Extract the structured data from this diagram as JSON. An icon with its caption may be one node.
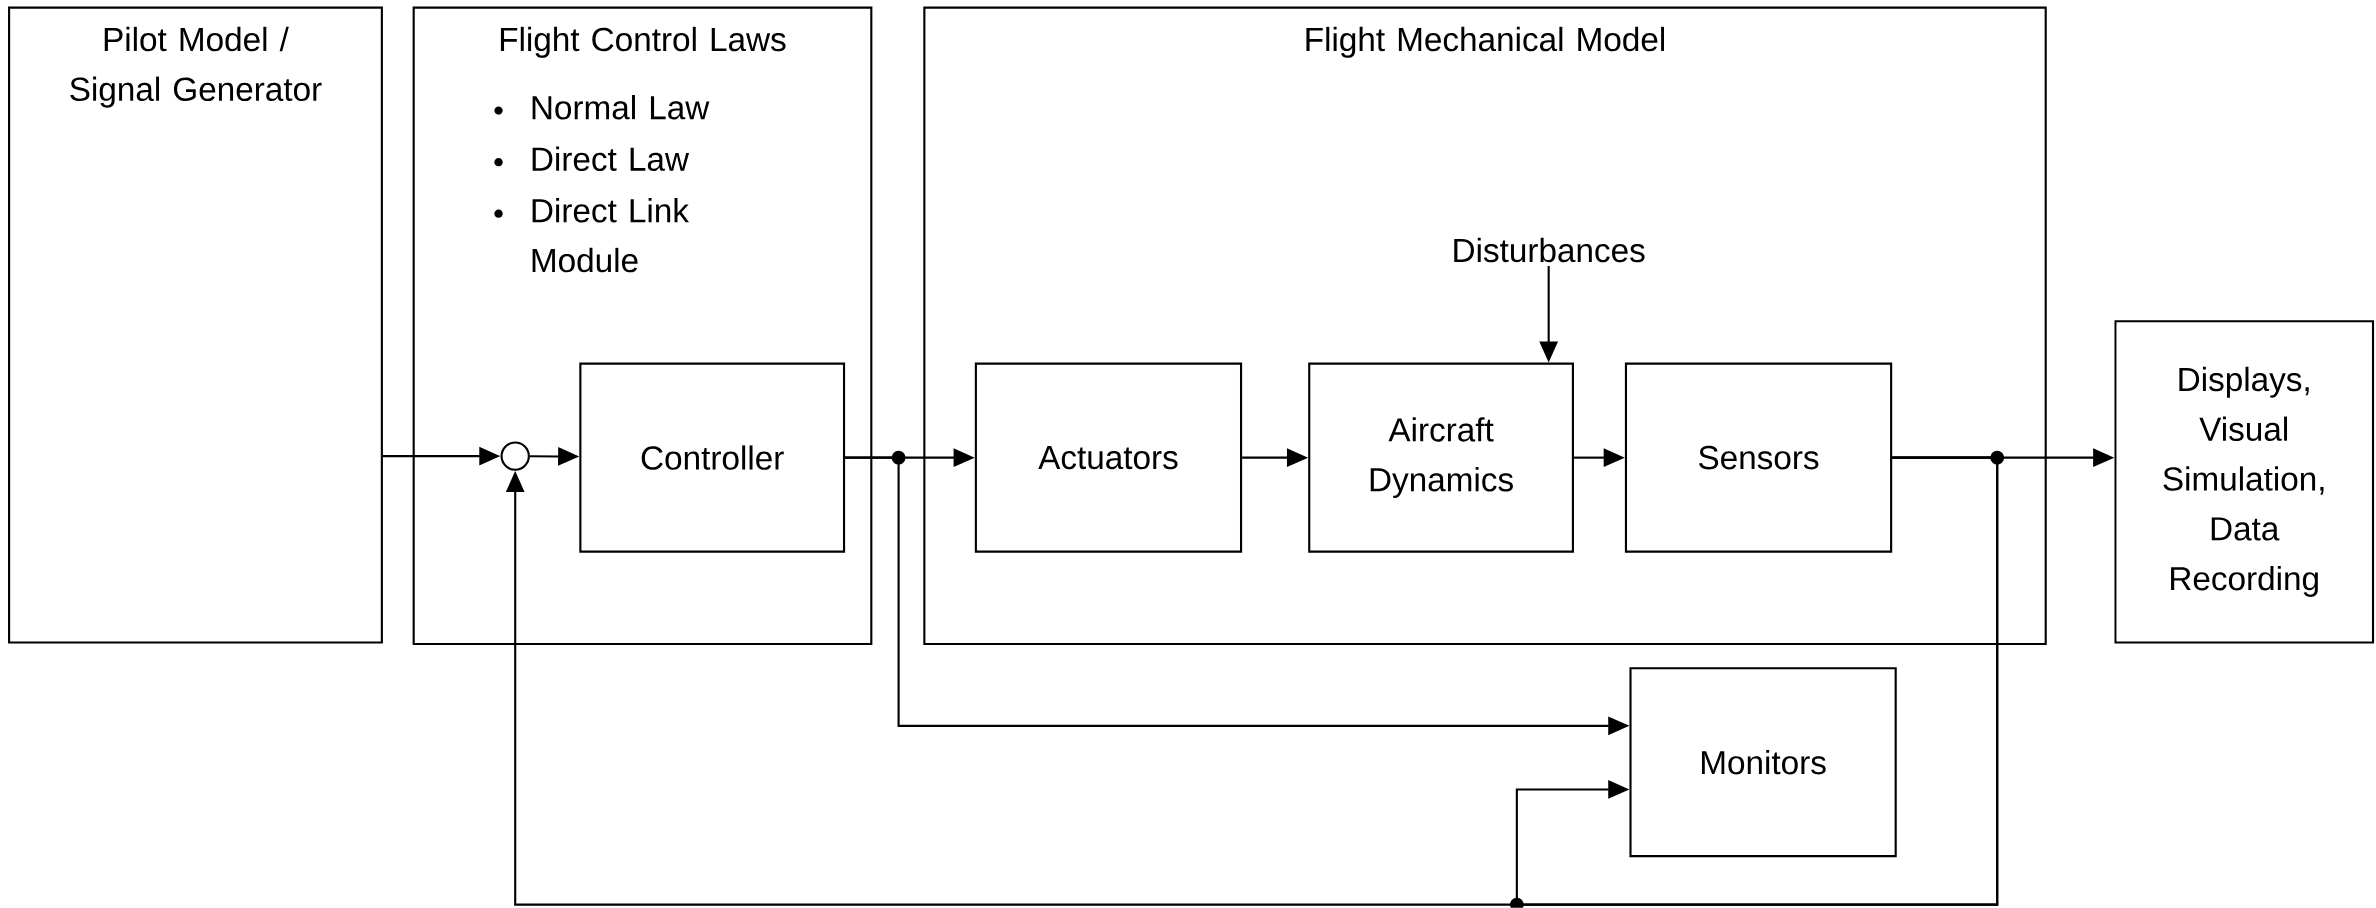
{
  "diagram": {
    "nodes": [
      {
        "text": [
          "Pilot Model / Signal Generator"
        ]
      },
      {
        "text": [
          "Flight Control Laws",
          "Normal Law",
          "Direct Law",
          "Direct Link Module"
        ]
      },
      {
        "text": [
          "Flight Mechanical Model"
        ]
      },
      {
        "text": [
          "Displays, Visual Simulation, Data Recording"
        ]
      },
      {
        "text": [],
        "shape": "circle",
        "in": 1
      },
      {
        "text": [
          "Controller"
        ],
        "in": 1
      },
      {
        "text": [
          "Actuators"
        ],
        "in": 2
      },
      {
        "text": [
          "Aircraft Dynamics"
        ],
        "in": 2
      },
      {
        "text": [
          "Sensors"
        ],
        "in": 2
      },
      {
        "text": [
          "Disturbances"
        ],
        "in": 2
      },
      {
        "text": [
          "Monitors"
        ]
      }
    ],
    "edges": [
      {
        "from": 0,
        "to": 4,
        "arrow": "to"
      },
      {
        "from": 4,
        "to": 5,
        "arrow": "to"
      },
      {
        "from": 5,
        "to": 6,
        "arrow": "to"
      },
      {
        "from": 5,
        "to": 10,
        "arrow": "to"
      },
      {
        "from": 6,
        "to": 7,
        "arrow": "to"
      },
      {
        "from": 7,
        "to": 8,
        "arrow": "to"
      },
      {
        "from": 9,
        "to": 7,
        "arrow": "to"
      },
      {
        "from": 8,
        "to": 3,
        "arrow": "to"
      },
      {
        "from": 8,
        "to": 4,
        "arrow": "to"
      },
      {
        "from": 8,
        "to": 10,
        "arrow": "to"
      }
    ]
  }
}
